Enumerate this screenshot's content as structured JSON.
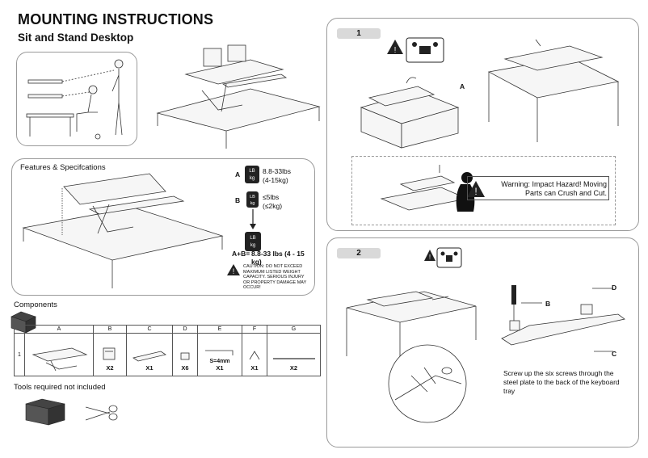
{
  "header": {
    "title": "MOUNTING INSTRUCTIONS",
    "subtitle": "Sit and Stand Desktop"
  },
  "features": {
    "heading": "Features & Specifcations",
    "load_a_label": "A",
    "load_a_weight": "8.8-33lbs",
    "load_a_weight_kg": "(4-15kg)",
    "load_b_label": "B",
    "load_b_weight": "≤5lbs",
    "load_b_weight_kg": "(≤2kg)",
    "load_sum_label": "A+B=",
    "load_sum_weight": "8.8-33 lbs (4 - 15 kg)",
    "weight_tag": "LB\nkg",
    "caution_text": "CAUTION: DO NOT EXCEED MAXIMUM LISTED WEIGHT CAPACITY. SERIOUS INJURY OR PROPERTY DAMAGE MAY OCCUR!"
  },
  "components": {
    "heading": "Components",
    "columns": [
      "A",
      "B",
      "C",
      "D",
      "E",
      "F",
      "G"
    ],
    "row_label": "1",
    "quantities": [
      "",
      "X2",
      "X1",
      "X6",
      "X1",
      "X1",
      "X2"
    ],
    "tool_size": "S=4mm"
  },
  "tools": {
    "heading": "Tools required not included"
  },
  "step1": {
    "number": "1",
    "callout_a": "A",
    "warning": "Warning: Impact Hazard! Moving Parts can Crush and Cut."
  },
  "step2": {
    "number": "2",
    "callout_b": "B",
    "callout_c": "C",
    "callout_d": "D",
    "instruction": "Screw up the six screws through the steel plate to the back of the keyboard tray"
  }
}
